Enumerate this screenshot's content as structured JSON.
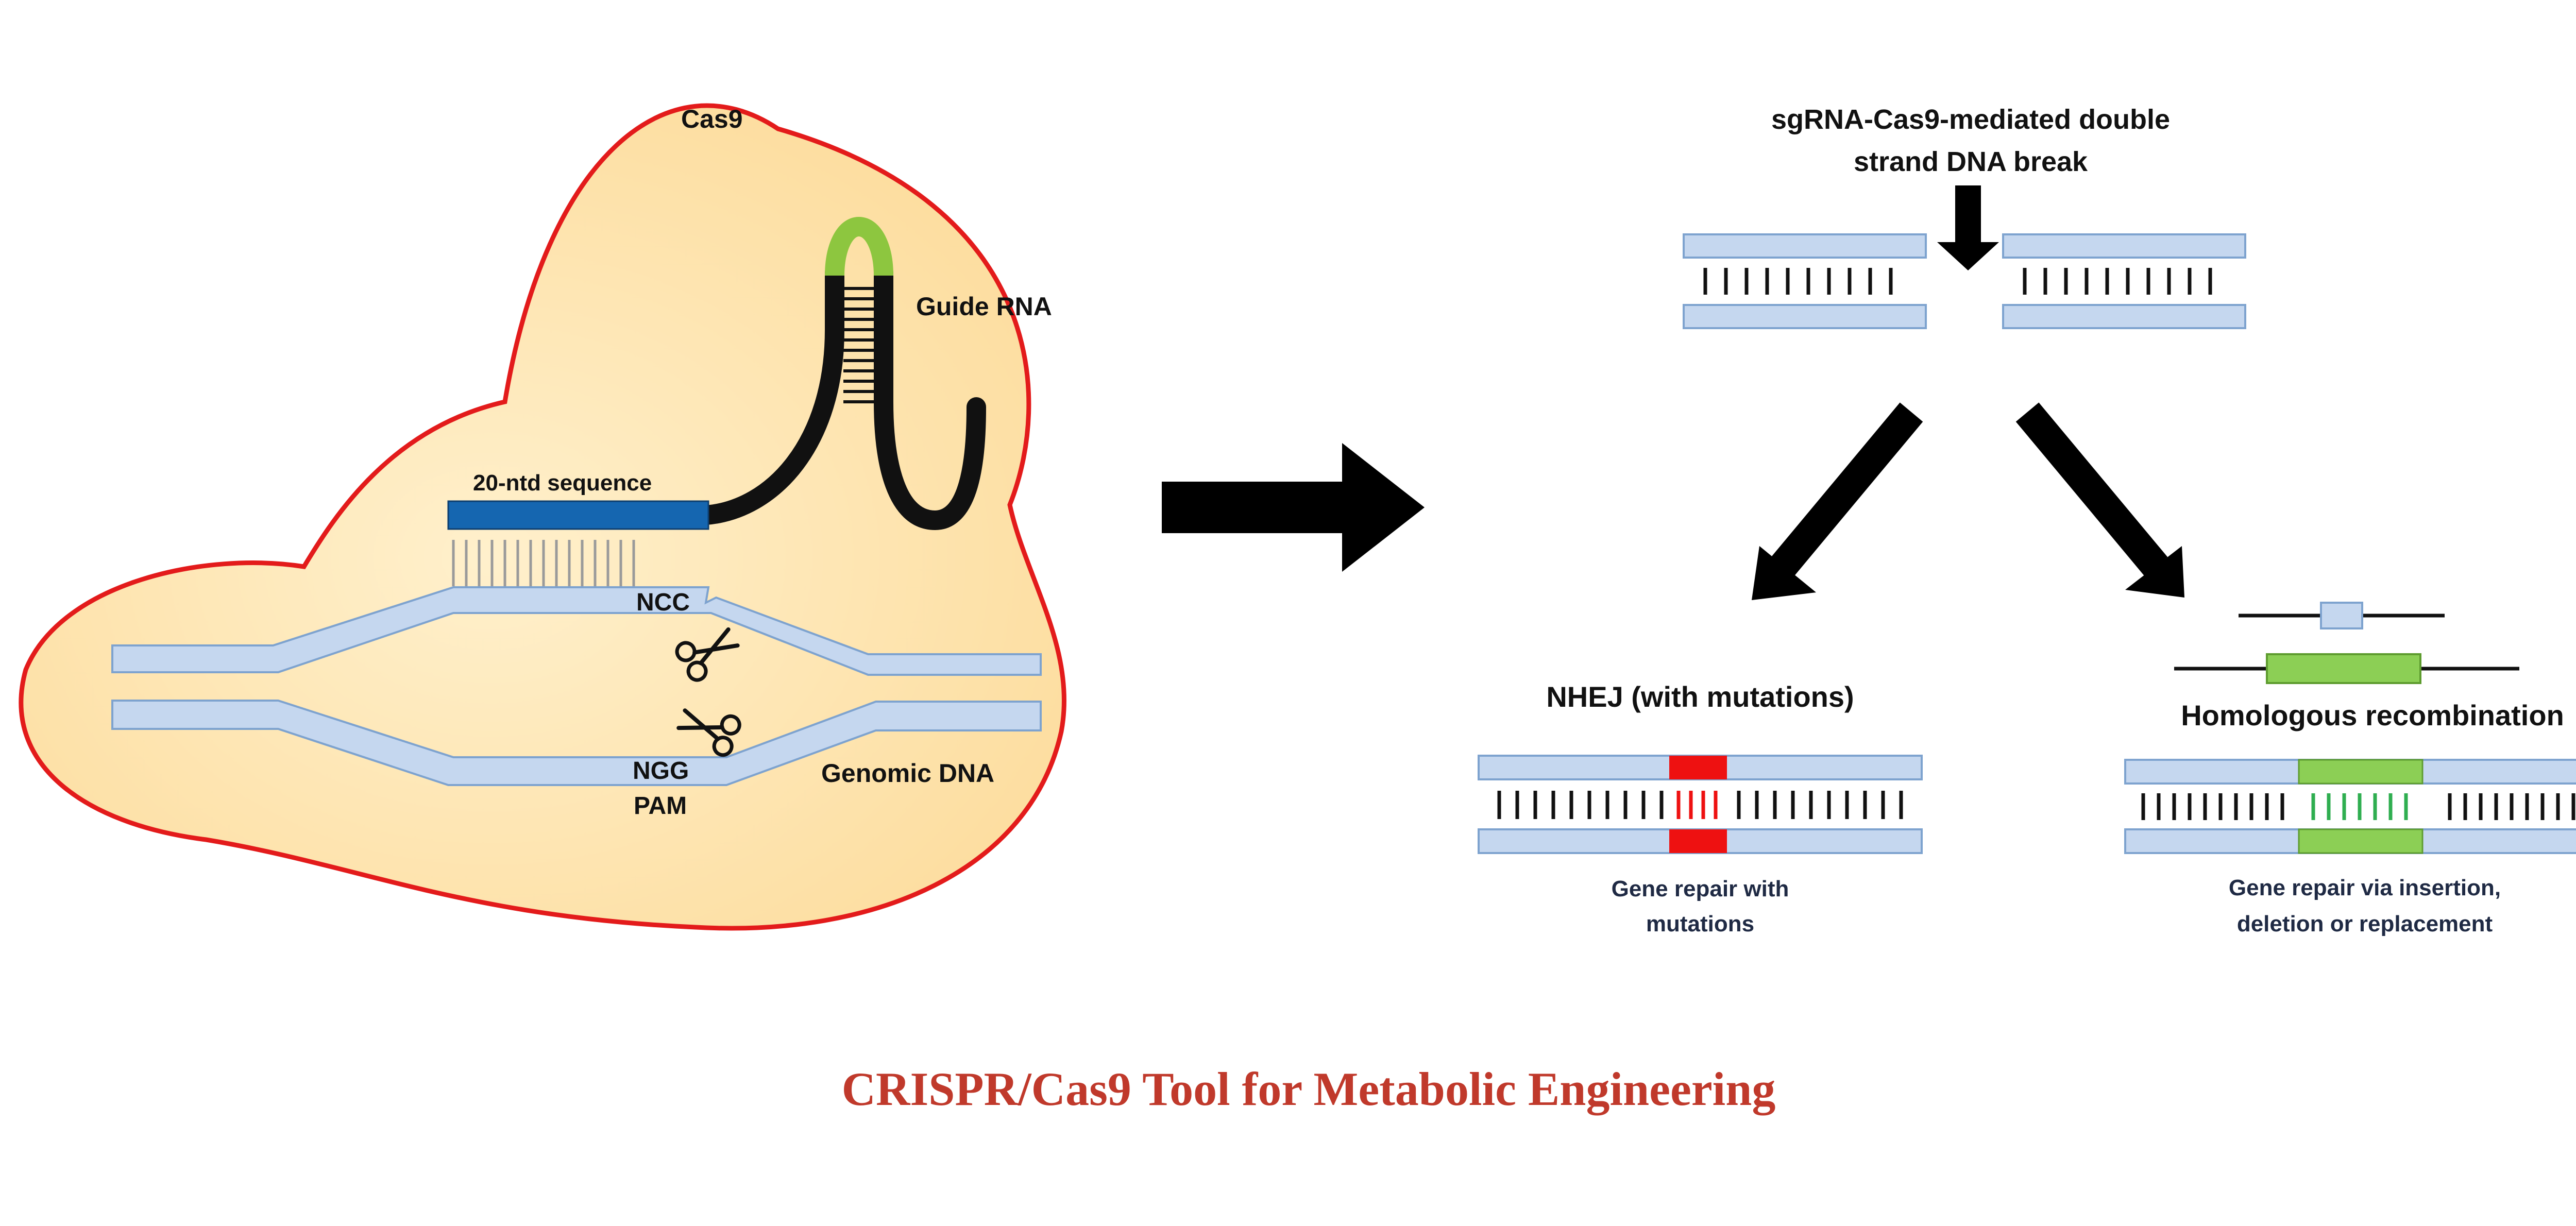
{
  "labels": {
    "cas9": "Cas9",
    "guide_rna": "Guide RNA",
    "sequence_20ntd": "20-ntd sequence",
    "ncc": "NCC",
    "ngg": "NGG",
    "pam": "PAM",
    "genomic_dna": "Genomic DNA",
    "dsb_line1": "sgRNA-Cas9-mediated double",
    "dsb_line2": "strand DNA break",
    "nhej_title": "NHEJ (with mutations)",
    "nhej_caption_line1": "Gene repair with",
    "nhej_caption_line2": "mutations",
    "hr_title": "Homologous recombination",
    "hr_caption_line1": "Gene repair via insertion,",
    "hr_caption_line2": "deletion or replacement"
  },
  "title": "CRISPR/Cas9 Tool for Metabolic Engineering",
  "colors": {
    "cas9_fill": "#fde2a8",
    "cas9_outline": "#e31b1b",
    "guide_loop": "#8dc63f",
    "target_seq": "#1566b0",
    "dna_strand": "#c5d7ef",
    "dna_outline": "#7ea3cf",
    "mutation": "#ee1111",
    "insert": "#8ccf55",
    "title": "#c0392b"
  }
}
